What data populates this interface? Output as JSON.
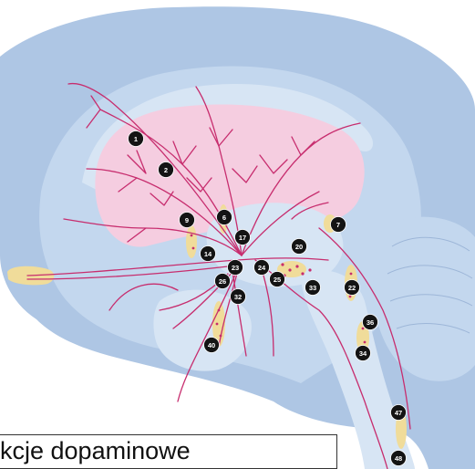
{
  "caption": {
    "text": "kcje dopaminowe"
  },
  "colors": {
    "background": "#ffffff",
    "outer_brain": "#aec6e4",
    "inner_tissue": "#c3d7ee",
    "light_tissue": "#d7e5f4",
    "striatum": "#f5cde0",
    "fibers": "#c72d6e",
    "cell_clusters": "#f0dc9a",
    "markers": "#141414"
  },
  "markers": [
    {
      "label": "1",
      "name": "marker-1"
    },
    {
      "label": "2",
      "name": "marker-2"
    },
    {
      "label": "9",
      "name": "marker-9"
    },
    {
      "label": "6",
      "name": "marker-6"
    },
    {
      "label": "7",
      "name": "marker-7"
    },
    {
      "label": "14",
      "name": "marker-14"
    },
    {
      "label": "17",
      "name": "marker-17"
    },
    {
      "label": "20",
      "name": "marker-20"
    },
    {
      "label": "23",
      "name": "marker-23"
    },
    {
      "label": "24",
      "name": "marker-24"
    },
    {
      "label": "25",
      "name": "marker-25"
    },
    {
      "label": "26",
      "name": "marker-26"
    },
    {
      "label": "33",
      "name": "marker-33"
    },
    {
      "label": "22",
      "name": "marker-22"
    },
    {
      "label": "32",
      "name": "marker-32"
    },
    {
      "label": "36",
      "name": "marker-36"
    },
    {
      "label": "40",
      "name": "marker-40"
    },
    {
      "label": "34",
      "name": "marker-34"
    },
    {
      "label": "47",
      "name": "marker-47"
    },
    {
      "label": "48",
      "name": "marker-48"
    }
  ]
}
